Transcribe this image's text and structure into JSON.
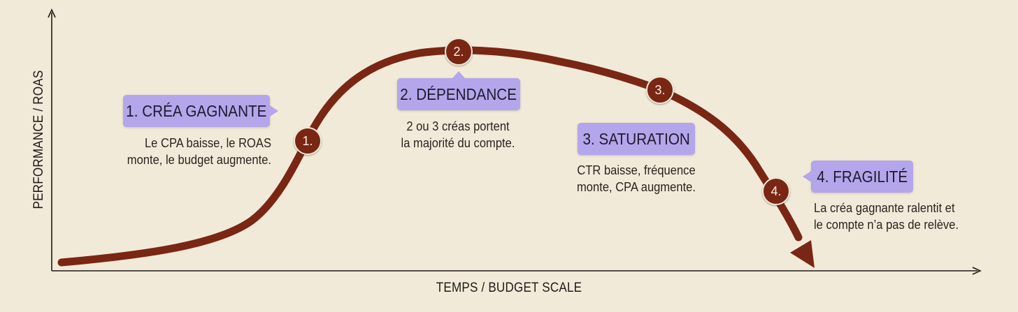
{
  "axes": {
    "y_title": "PERFORMANCE / ROAS",
    "x_title": "TEMPS / BUDGET SCALE"
  },
  "colors": {
    "background": "#f2ead8",
    "curve": "#7a2614",
    "callout": "#b4a6ea",
    "axis": "#1e1a18"
  },
  "stages": [
    {
      "marker": "1.",
      "title": "1. CRÉA GAGNANTE",
      "description": [
        "Le CPA baisse, le ROAS",
        "monte, le budget augmente."
      ]
    },
    {
      "marker": "2.",
      "title": "2. DÉPENDANCE",
      "description": [
        "2 ou 3 créas portent",
        "la majorité du compte."
      ]
    },
    {
      "marker": "3.",
      "title": "3. SATURATION",
      "description": [
        "CTR baisse, fréquence",
        "monte, CPA augmente."
      ]
    },
    {
      "marker": "4.",
      "title": "4. FRAGILITÉ",
      "description": [
        "La créa gagnante ralentit et",
        "le compte n’a pas de relève."
      ]
    }
  ]
}
